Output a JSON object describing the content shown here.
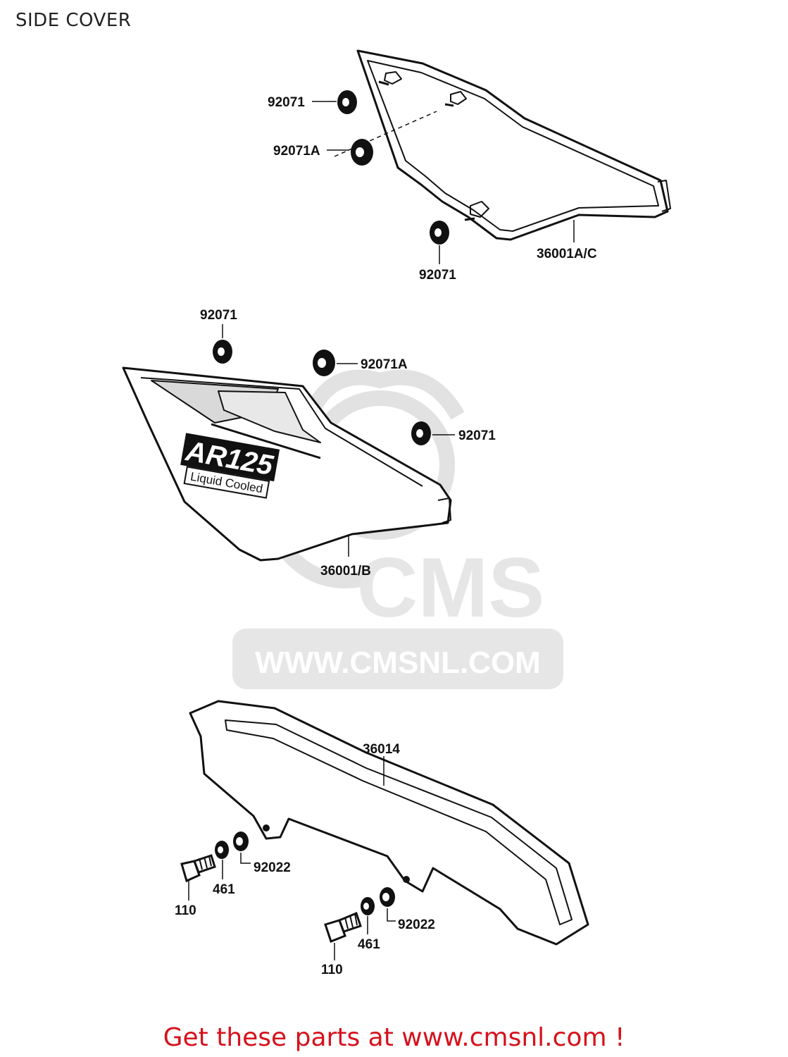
{
  "header": {
    "title": "SIDE COVER"
  },
  "watermark": {
    "logo_text": "CMS",
    "url_text": "WWW.CMSNL.COM"
  },
  "decal": {
    "model": "AR125",
    "subtitle": "Liquid Cooled"
  },
  "parts": {
    "p1": "92071",
    "p2": "92071A",
    "p3": "92071",
    "p4": "36001A/C",
    "p5": "92071",
    "p6": "92071A",
    "p7": "92071",
    "p8": "36001/B",
    "p9": "36014",
    "p10": "92022",
    "p11": "461",
    "p12": "110",
    "p13": "92022",
    "p14": "461",
    "p15": "110"
  },
  "footer": {
    "link_text": "Get these parts at www.cmsnl.com !"
  },
  "colors": {
    "line": "#111111",
    "watermark": "#e4e4e4",
    "footer": "#d6111c"
  }
}
